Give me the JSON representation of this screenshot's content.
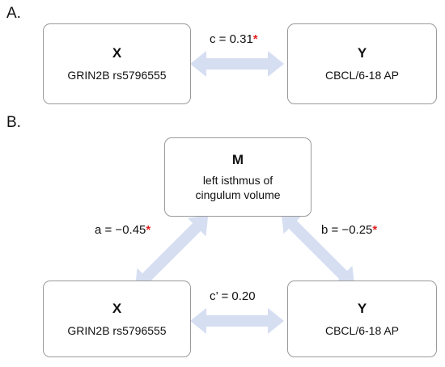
{
  "panel_a": {
    "label": "A.",
    "x_box": {
      "var": "X",
      "desc": "GRIN2B rs5796555"
    },
    "y_box": {
      "var": "Y",
      "desc": "CBCL/6-18 AP"
    },
    "path_c": {
      "text": "c = 0.31",
      "star": "*"
    }
  },
  "panel_b": {
    "label": "B.",
    "m_box": {
      "var": "M",
      "desc_line1": "left isthmus of",
      "desc_line2": "cingulum volume"
    },
    "x_box": {
      "var": "X",
      "desc": "GRIN2B rs5796555"
    },
    "y_box": {
      "var": "Y",
      "desc": "CBCL/6-18 AP"
    },
    "path_a": {
      "text": "a = −0.45",
      "star": "*"
    },
    "path_b": {
      "text": "b = −0.25",
      "star": "*"
    },
    "path_c_prime": {
      "text": "c’ = 0.20"
    }
  },
  "colors": {
    "arrow_fill": "#d6def2",
    "box_border": "#9a9a9a",
    "significance_star": "#e02020"
  }
}
